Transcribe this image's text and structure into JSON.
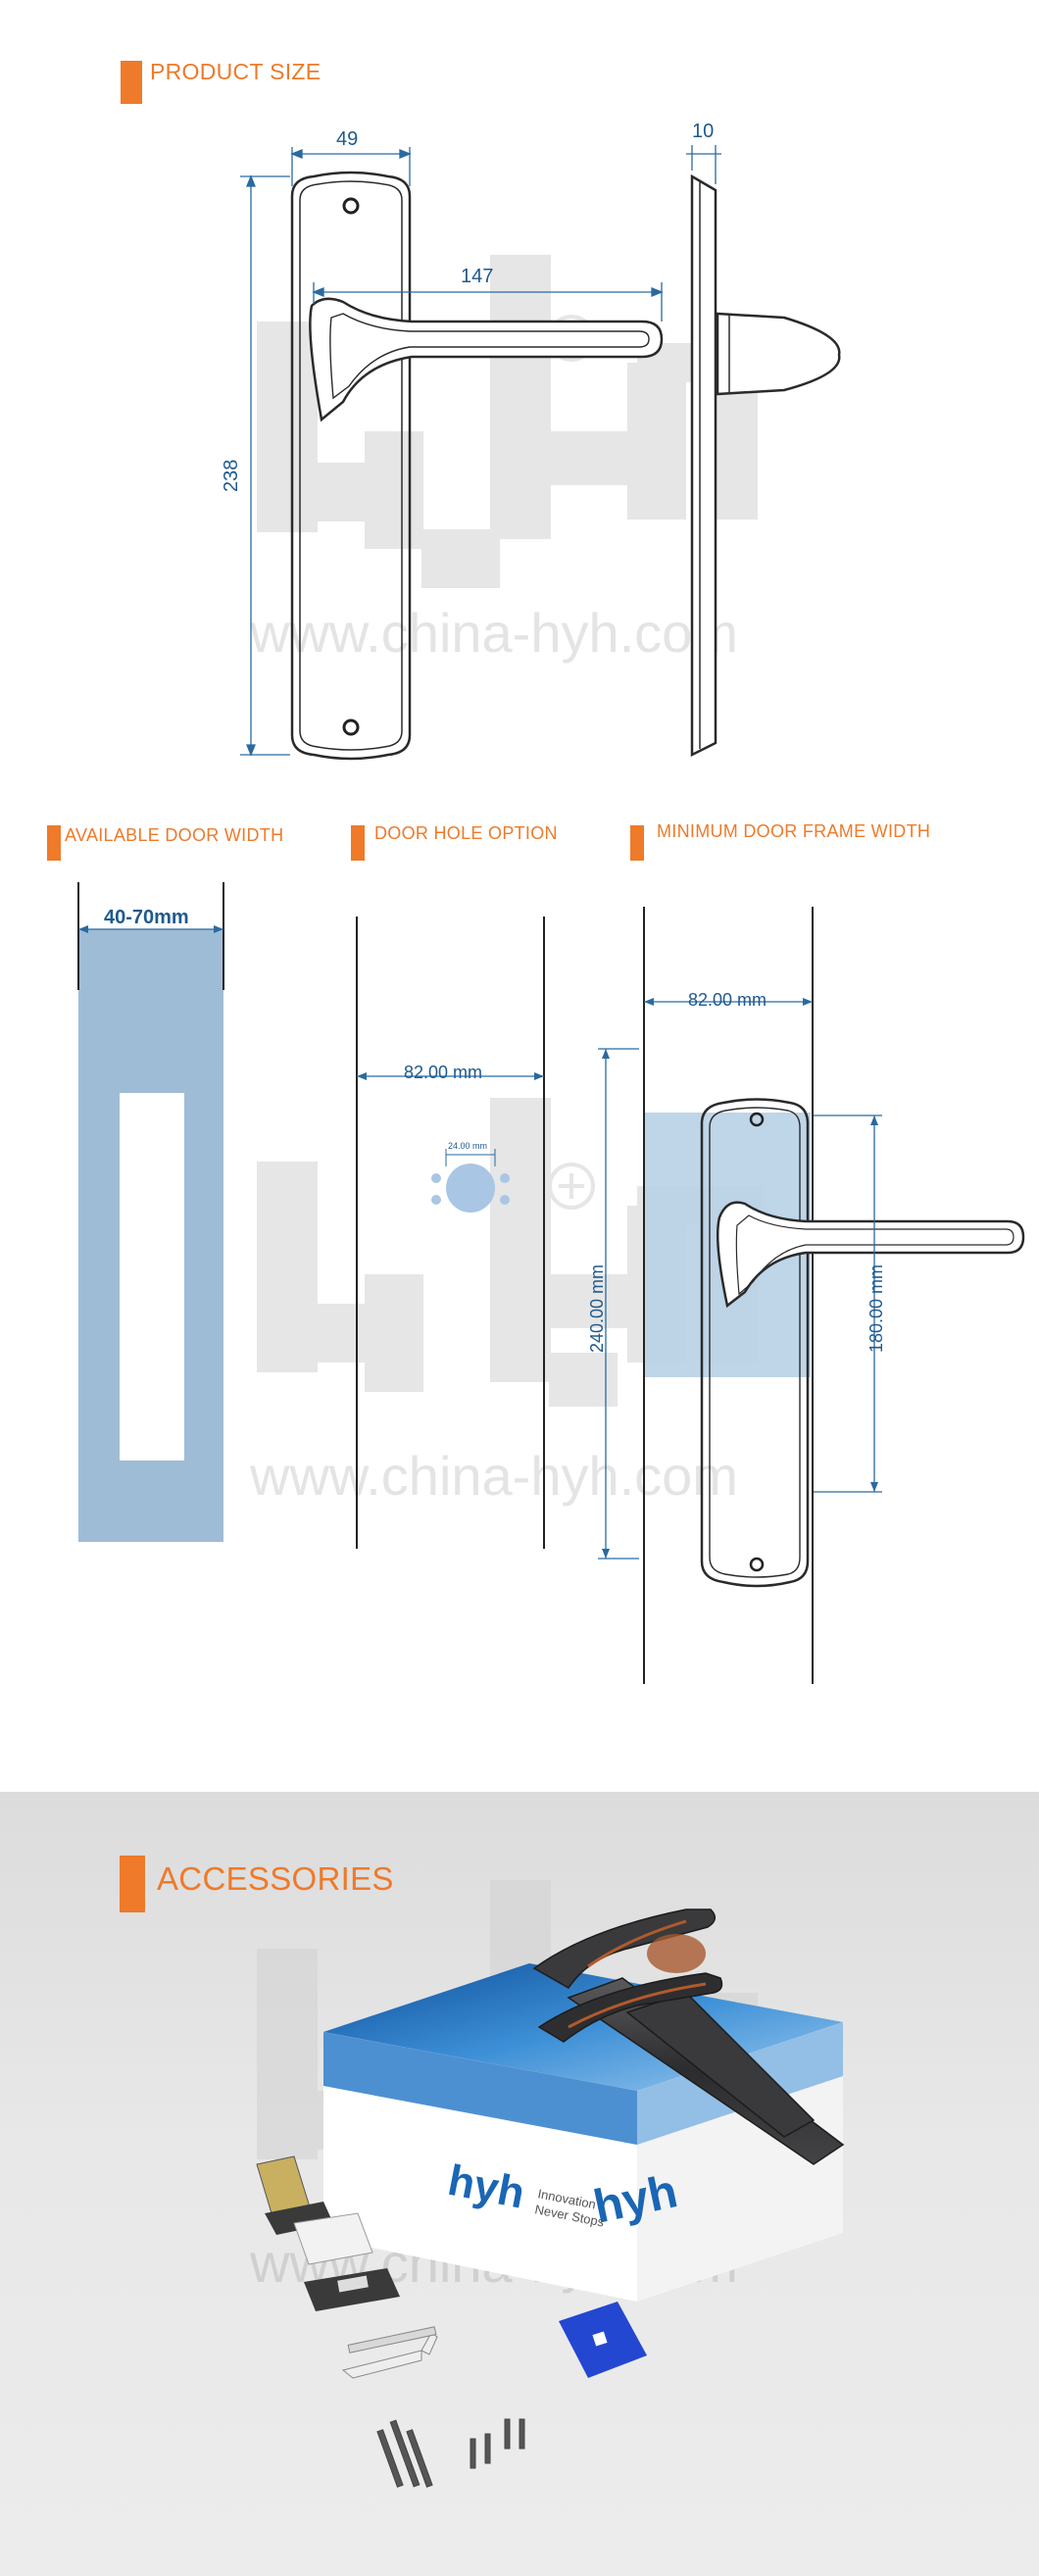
{
  "sections": {
    "product_size": "PRODUCT SIZE",
    "available_door_width": "AVAILABLE DOOR WIDTH",
    "door_hole_option": "DOOR HOLE OPTION",
    "min_frame_width": "MINIMUM DOOR FRAME WIDTH",
    "accessories": "ACCESSORIES"
  },
  "watermark": {
    "logo": "hyh",
    "url": "www.china-hyh.com"
  },
  "product_size": {
    "width": "49",
    "thickness": "10",
    "handle_length": "147",
    "height": "238"
  },
  "door_width": {
    "range": "40-70mm"
  },
  "door_hole": {
    "spacing": "82.00 mm",
    "hole_diameter": "24.00 mm"
  },
  "frame_width": {
    "width": "82.00 mm",
    "plate_height": "240.00 mm",
    "center_distance": "180.00 mm"
  },
  "box": {
    "brand": "hyh",
    "slogan_line1": "Innovation",
    "slogan_line2": "Never Stops",
    "side_brand": "hyh"
  },
  "colors": {
    "accent": "#ee7a2a",
    "dimension": "#1f5a8e",
    "door_fill": "#9fbcd6",
    "background_gray": "#e6e6e6"
  }
}
